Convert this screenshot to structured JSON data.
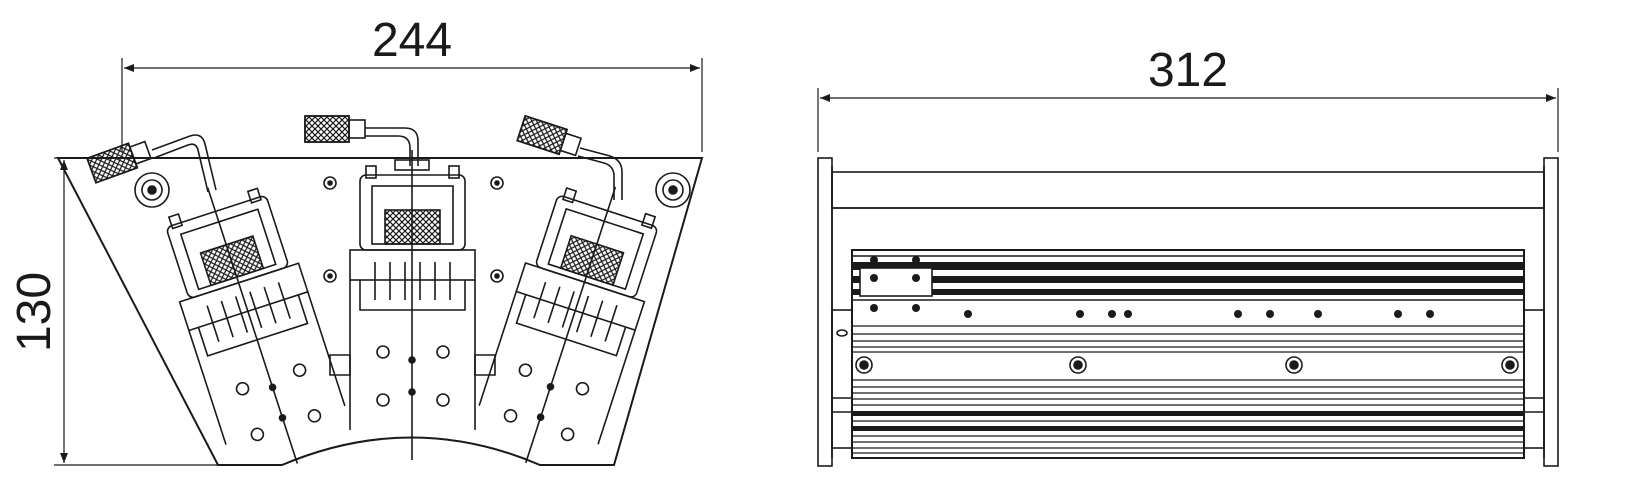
{
  "dimensions": {
    "front_width": "244",
    "front_height": "130",
    "side_width": "312"
  },
  "colors": {
    "line": "#1a1a1a",
    "background": "#ffffff"
  }
}
